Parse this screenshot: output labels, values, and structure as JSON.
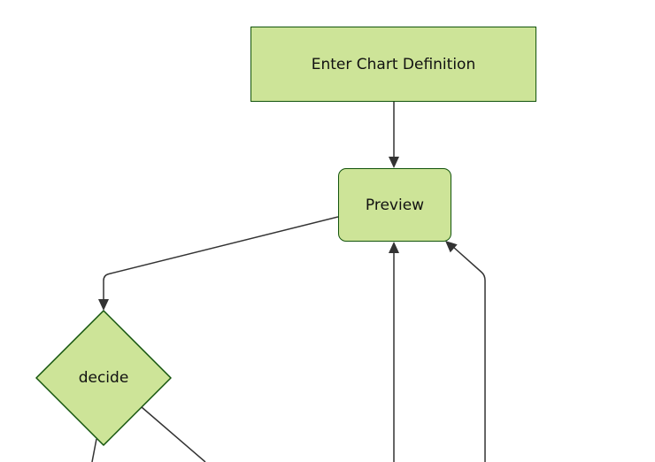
{
  "diagram": {
    "kind": "flowchart",
    "direction": "top-down",
    "nodes": [
      {
        "id": "enter-chart-definition",
        "label": "Enter Chart Definition",
        "shape": "rectangle"
      },
      {
        "id": "preview",
        "label": "Preview",
        "shape": "rounded-rectangle"
      },
      {
        "id": "decide",
        "label": "decide",
        "shape": "diamond"
      }
    ],
    "edges": [
      {
        "from": "enter-chart-definition",
        "to": "preview",
        "arrow": "true"
      },
      {
        "from": "preview",
        "to": "decide",
        "arrow": "true"
      },
      {
        "from": "offscreen-bottom-center",
        "to": "preview",
        "arrow": "true"
      },
      {
        "from": "offscreen-bottom-right",
        "to": "preview",
        "arrow": "true"
      },
      {
        "from": "decide",
        "to": "offscreen-bottom-left",
        "arrow": "cut-off"
      },
      {
        "from": "decide",
        "to": "offscreen-bottom-right",
        "arrow": "cut-off"
      }
    ],
    "theme": {
      "background": "#ffffff",
      "node_fill": "#cde498",
      "node_border": "#13540c",
      "edge_color": "#333333",
      "arrowhead_color": "#333333",
      "text_color": "#111111"
    }
  }
}
